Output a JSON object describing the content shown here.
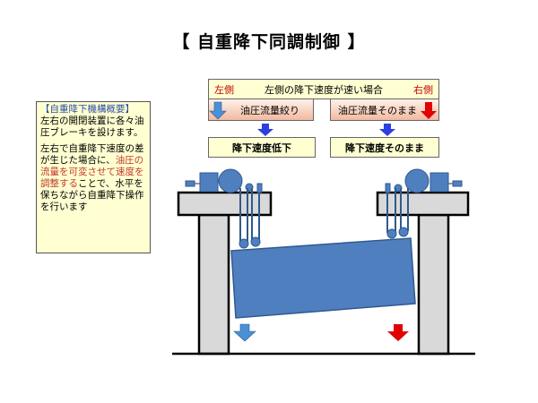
{
  "title": "【  自重降下同調制御  】",
  "note": {
    "heading": "【自重降下機構概要】",
    "para1": "左右の開閉装置に各々油圧ブレーキを設けます。",
    "para2_black1": "左右で自重降下速度の差が生じた場合に、",
    "para2_red": "油圧の流量を可変させて速度を調整する",
    "para2_black2": "ことで、水平を保ちながら自重降下操作を行います"
  },
  "flow": {
    "left_label": "左側",
    "header": "左側の降下速度が速い場合",
    "right_label": "右側",
    "left_action": "油圧流量絞り",
    "right_action": "油圧流量そのまま",
    "left_result": "降下速度低下",
    "right_result": "降下速度そのまま"
  },
  "colors": {
    "gate": "#4f7fbf",
    "slow_arrow": "#4a90d9",
    "fast_arrow": "#e00000",
    "flow_arrow": "#2d3fe0",
    "label_red": "#c00000"
  }
}
